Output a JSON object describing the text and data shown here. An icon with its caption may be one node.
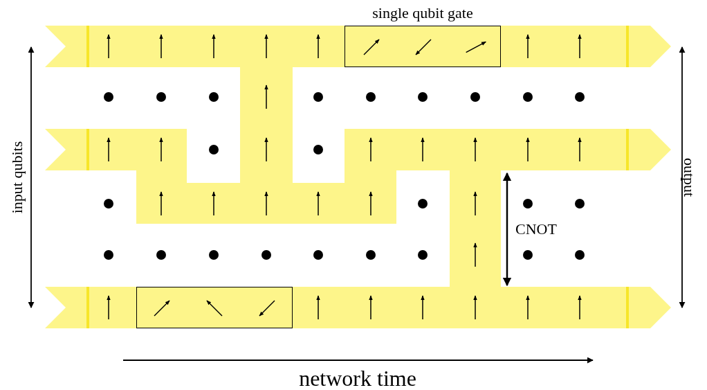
{
  "diagram": {
    "nodes": [
      {
        "text": [
          "single qubit gate"
        ]
      },
      {
        "text": [],
        "shape": "box"
      }
    ],
    "labels": [
      "input qubits",
      "output",
      "CNOT",
      "network time"
    ]
  }
}
